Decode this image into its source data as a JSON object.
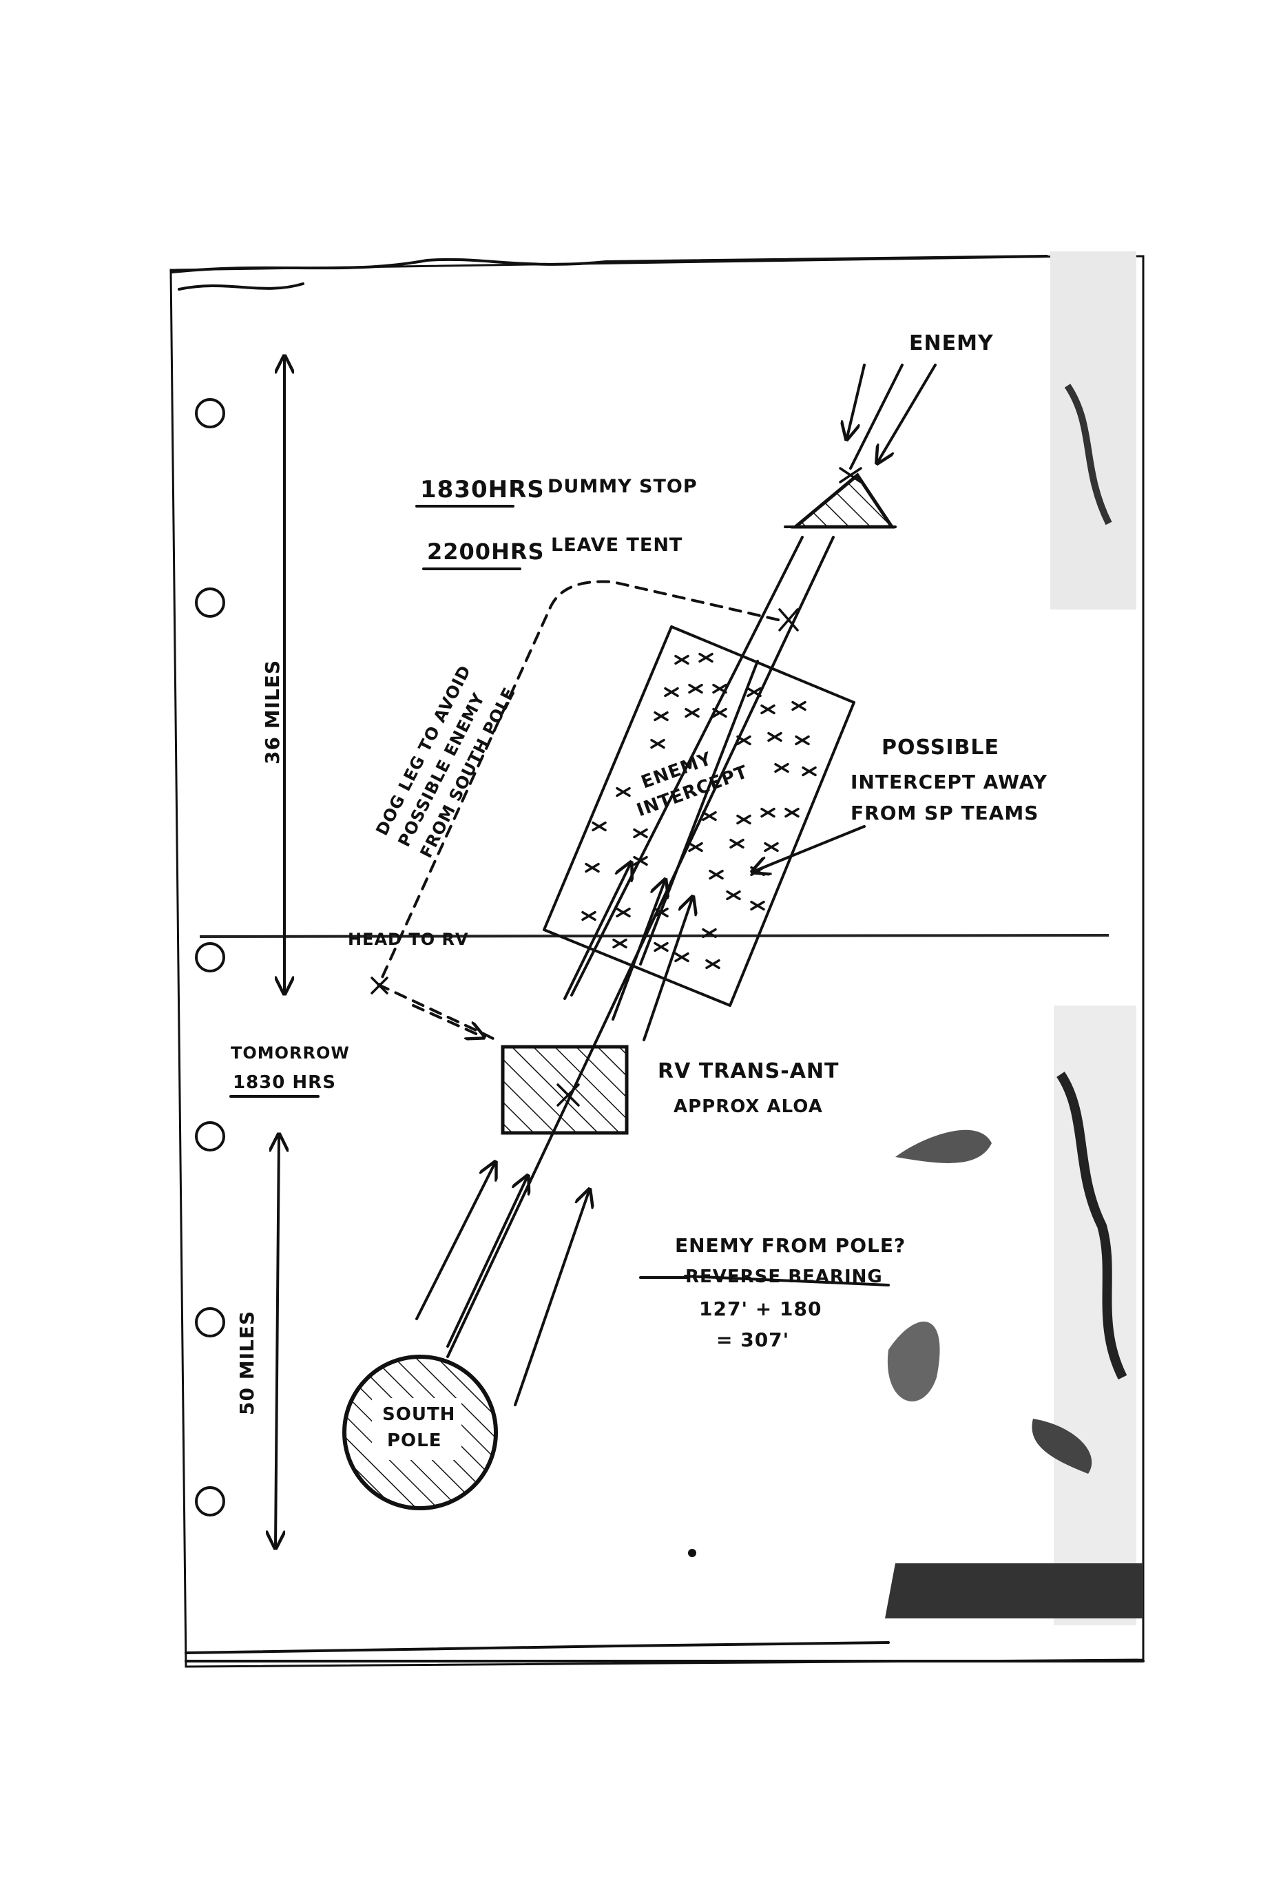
{
  "title": "",
  "labels": {
    "enemy": "ENEMY",
    "time1": "1830HRS",
    "event1": "DUMMY STOP",
    "time2": "2200HRS",
    "event2": "LEAVE TENT",
    "dog_leg_1": "DOG LEG TO AVOID",
    "dog_leg_2": "POSSIBLE ENEMY",
    "dog_leg_3": "FROM SOUTH POLE",
    "distance_top": "36 MILES",
    "enemy_intercept_1": "ENEMY",
    "enemy_intercept_2": "INTERCEPT",
    "possible_1": "POSSIBLE",
    "possible_2": "INTERCEPT AWAY",
    "possible_3": "FROM SP TEAMS",
    "head_to_rv": "HEAD TO RV",
    "tomorrow_1": "TOMORROW",
    "tomorrow_2": "1830 HRS",
    "rv_1": "RV TRANS-ANT",
    "rv_2": "APPROX ALOA",
    "calc_1": "ENEMY FROM POLE?",
    "calc_2": "REVERSE BEARING",
    "calc_3": "127' + 180",
    "calc_4": "= 307'",
    "distance_bottom": "50 MILES",
    "south_pole_1": "SOUTH",
    "south_pole_2": "POLE"
  },
  "colors": {
    "ink": "#111111",
    "paper": "#ffffff",
    "smudge": "#2a2a2a"
  }
}
